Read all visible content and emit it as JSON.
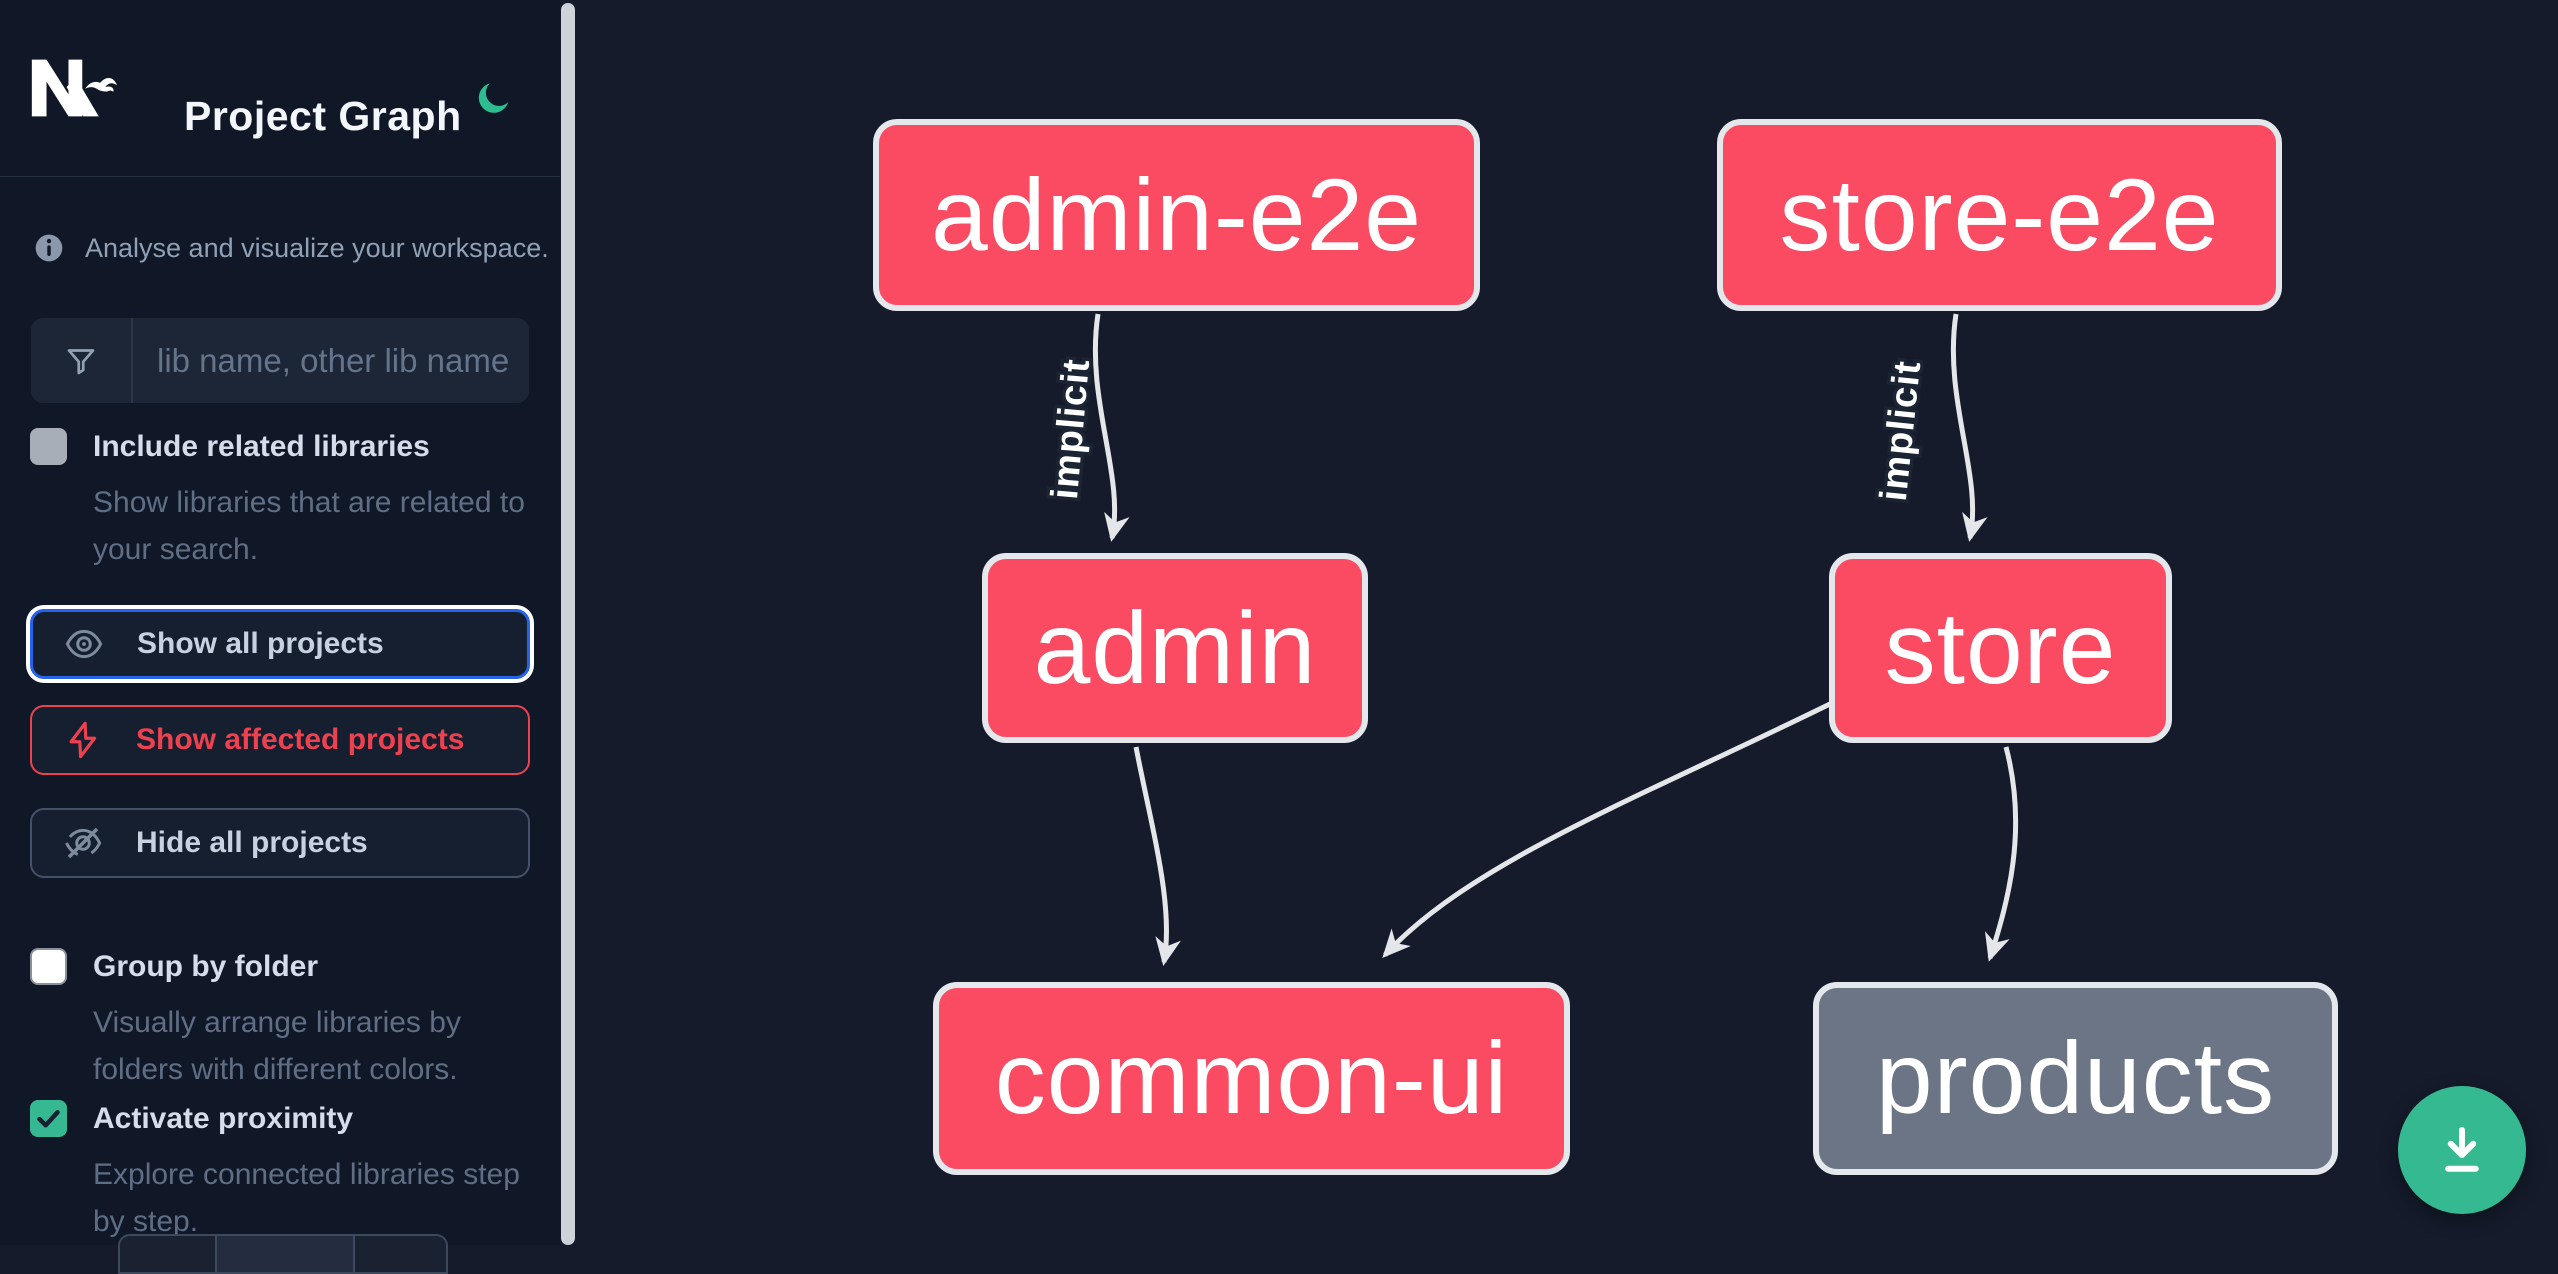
{
  "app": {
    "title": "Project Graph"
  },
  "sidebar": {
    "info_text": "Analyse and visualize your workspace.",
    "search_placeholder": "lib name, other lib name",
    "include_related": {
      "label": "Include related libraries",
      "description": "Show libraries that are related to\nyour search.",
      "checked": false
    },
    "buttons": {
      "show_all": "Show all projects",
      "show_affected": "Show affected projects",
      "hide_all": "Hide all projects"
    },
    "group_by_folder": {
      "label": "Group by folder",
      "description": "Visually arrange libraries by\nfolders with different colors.",
      "checked": false
    },
    "activate_proximity": {
      "label": "Activate proximity",
      "description": "Explore connected libraries step\nby step.",
      "checked": true
    }
  },
  "graph": {
    "nodes": [
      {
        "id": "admin-e2e",
        "label": "admin-e2e",
        "type": "affected"
      },
      {
        "id": "store-e2e",
        "label": "store-e2e",
        "type": "affected"
      },
      {
        "id": "admin",
        "label": "admin",
        "type": "affected"
      },
      {
        "id": "store",
        "label": "store",
        "type": "affected"
      },
      {
        "id": "common-ui",
        "label": "common-ui",
        "type": "affected"
      },
      {
        "id": "products",
        "label": "products",
        "type": "normal"
      }
    ],
    "edges": [
      {
        "from": "admin-e2e",
        "to": "admin",
        "label": "implicit"
      },
      {
        "from": "store-e2e",
        "to": "store",
        "label": "implicit"
      },
      {
        "from": "admin",
        "to": "common-ui",
        "label": ""
      },
      {
        "from": "store",
        "to": "common-ui",
        "label": ""
      },
      {
        "from": "store",
        "to": "products",
        "label": ""
      }
    ]
  },
  "colors": {
    "affected_node": "#fb4b63",
    "normal_node": "#6c7585",
    "node_border": "#e4e7eb",
    "edge": "#e4e6e9",
    "fab_green": "#35b991",
    "focus_blue": "#2563eb",
    "danger_red": "#ee4150",
    "canvas_bg": "#151b2b",
    "sidebar_bg": "#101828"
  }
}
